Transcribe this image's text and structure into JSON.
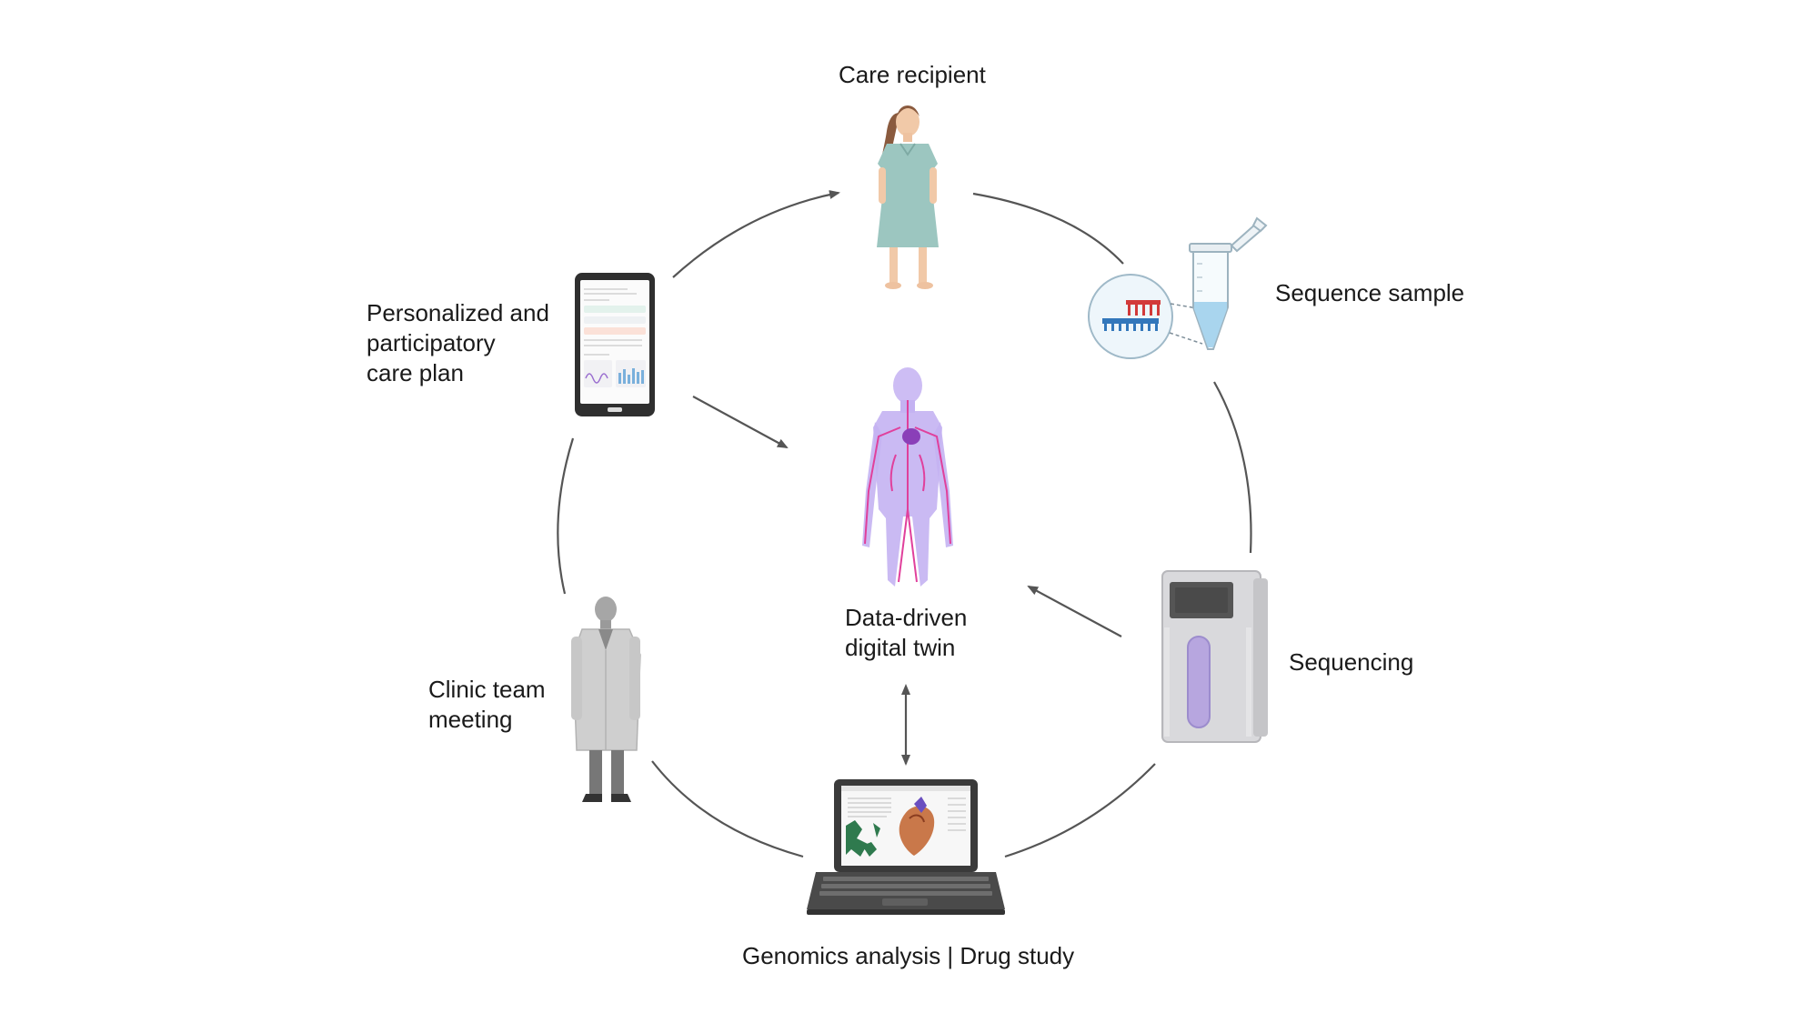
{
  "nodes": {
    "care_recipient": {
      "label": "Care recipient"
    },
    "sequence_sample": {
      "label": "Sequence sample"
    },
    "sequencing": {
      "label": "Sequencing"
    },
    "genomics": {
      "label": "Genomics analysis | Drug study"
    },
    "clinic": {
      "lines": [
        "Clinic team",
        "meeting"
      ]
    },
    "care_plan": {
      "lines": [
        "Personalized and",
        "participatory",
        "care plan"
      ]
    },
    "digital_twin": {
      "lines": [
        "Data-driven",
        "digital twin"
      ]
    }
  },
  "colors": {
    "arrow": "#555555",
    "body": "#b9a6f0",
    "vessels": "#e0409c",
    "gown": "#9cc6c0",
    "coat": "#cfcfcf",
    "device": "#3a3a3a"
  }
}
